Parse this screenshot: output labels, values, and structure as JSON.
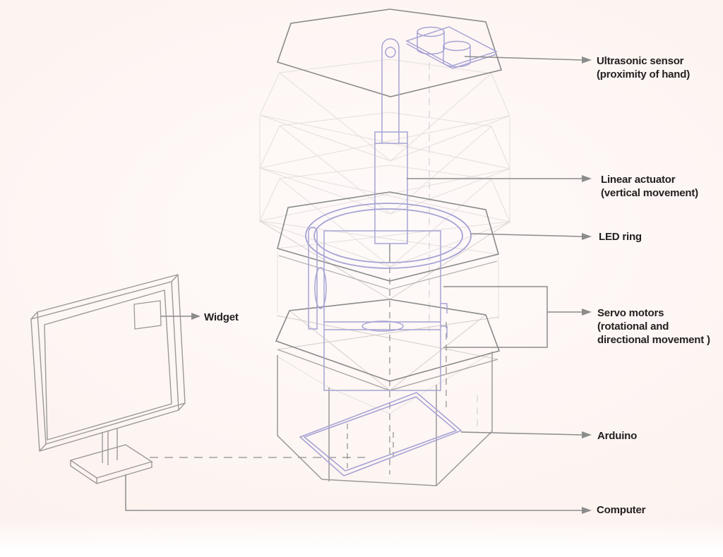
{
  "labels": {
    "ultrasonic": {
      "line1": "Ultrasonic sensor",
      "line2": "(proximity of hand)"
    },
    "linear_actuator": {
      "line1": "Linear actuator",
      "line2": "(vertical movement)"
    },
    "led_ring": {
      "line1": "LED ring"
    },
    "servo_motors": {
      "line1": "Servo motors",
      "line2": "(rotational and",
      "line3": "directional movement )"
    },
    "arduino": {
      "line1": "Arduino"
    },
    "computer": {
      "line1": "Computer"
    },
    "widget": {
      "line1": "Widget"
    }
  },
  "colors": {
    "component_line": "#a7a3d4",
    "structure_line": "#8f8f8f",
    "ghost_line": "#e3dedd",
    "leader_arrow": "#8c8c8c",
    "label_text": "#242021",
    "background_tint": "#fcf2ee"
  }
}
